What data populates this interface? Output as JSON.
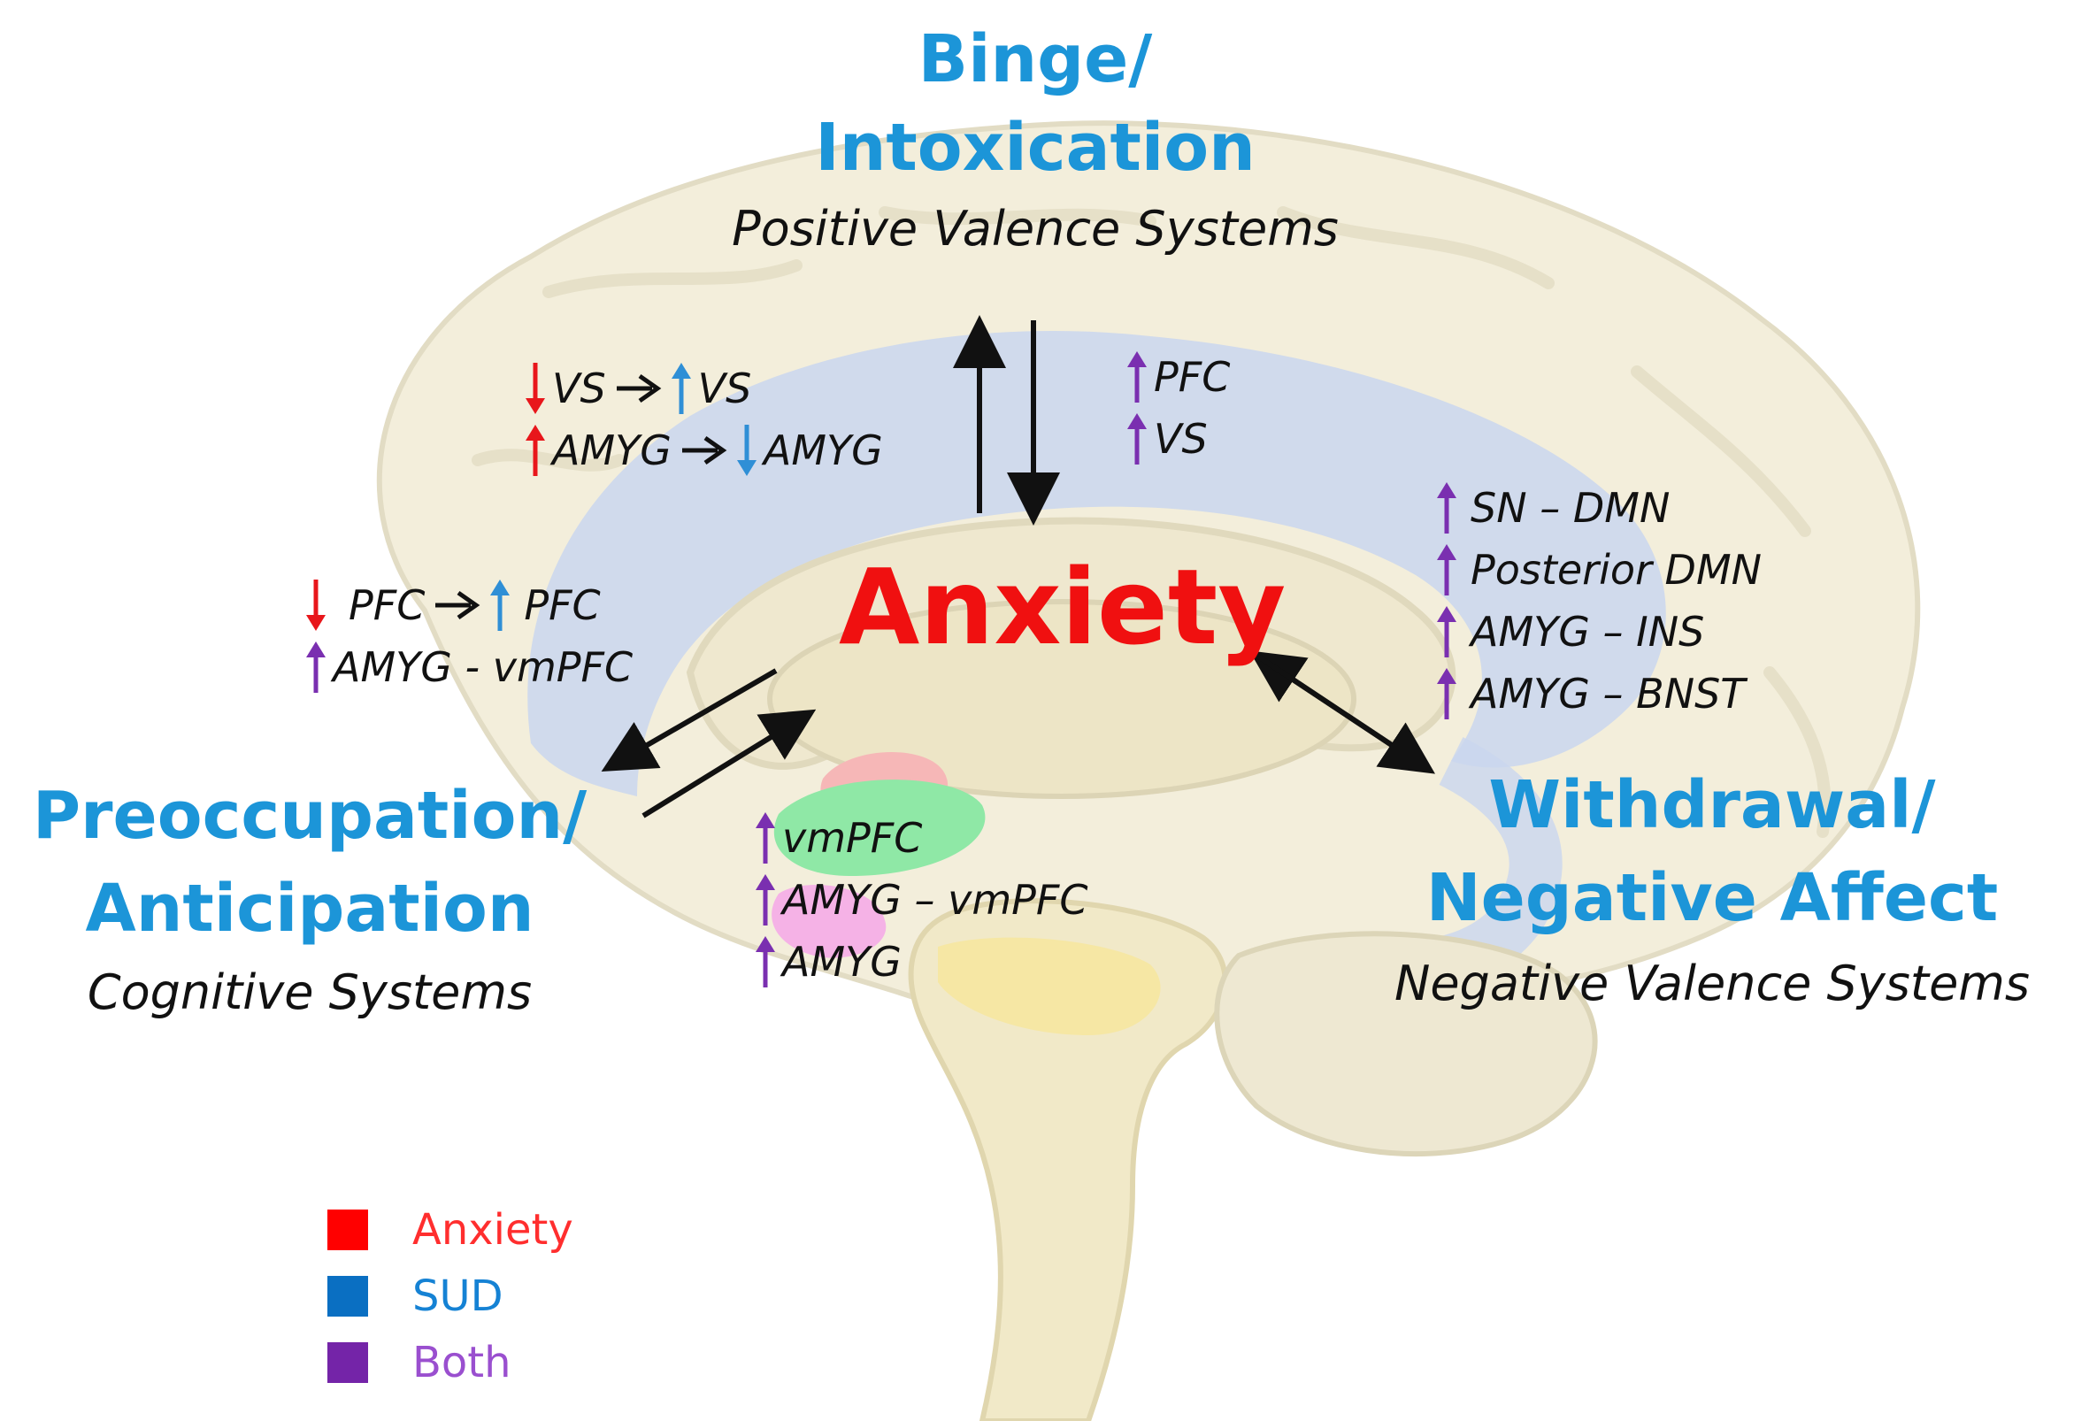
{
  "stages": {
    "binge": {
      "title_line1": "Binge/",
      "title_line2": "Intoxication",
      "system": "Positive Valence Systems"
    },
    "preoccupation": {
      "title_line1": "Preoccupation/",
      "title_line2": "Anticipation",
      "system": "Cognitive Systems"
    },
    "withdrawal": {
      "title_line1": "Withdrawal/",
      "title_line2": "Negative Affect",
      "system": "Negative Valence Systems"
    }
  },
  "center_label": "Anxiety",
  "findings": {
    "binge_left": [
      {
        "a": "VS",
        "b": "VS"
      },
      {
        "a": "AMYG",
        "b": "AMYG"
      }
    ],
    "binge_right": [
      "PFC",
      "VS"
    ],
    "pre_left": [
      {
        "a": "PFC",
        "b": "PFC"
      }
    ],
    "pre_left_extra": "AMYG - vmPFC",
    "bottom": [
      "vmPFC",
      "AMYG – vmPFC",
      "AMYG"
    ],
    "withdrawal": [
      "SN – DMN",
      "Posterior DMN",
      "AMYG – INS",
      "AMYG – BNST"
    ]
  },
  "legend": [
    {
      "label": "Anxiety",
      "swatch_color": "#ff0000",
      "text_color": "#ff2e2e"
    },
    {
      "label": "SUD",
      "swatch_color": "#0a6fc2",
      "text_color": "#1582d4"
    },
    {
      "label": "Both",
      "swatch_color": "#7424a8",
      "text_color": "#9a4fcf"
    }
  ],
  "colors": {
    "anxiety": "#e8161b",
    "sud": "#2f8fd6",
    "both": "#7a2fb0",
    "stage_title": "#1c95d8",
    "center": "#f01010"
  },
  "icons": [
    "arrow-up-icon",
    "arrow-down-icon",
    "right-arrow-icon",
    "brain-illustration"
  ]
}
